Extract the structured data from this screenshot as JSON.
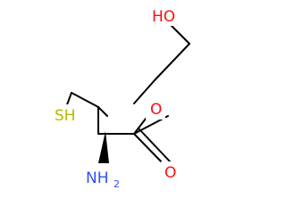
{
  "molecule": {
    "atoms": {
      "hydroxyl": "HO",
      "ester_oxygen": "O",
      "carbonyl_oxygen": "O",
      "thiol": "SH",
      "amine_main": "NH",
      "amine_sub": "2"
    },
    "colors": {
      "oxygen": "#ff0d0d",
      "sulfur": "#b8b800",
      "nitrogen": "#3050f8",
      "bond": "#000000"
    }
  }
}
